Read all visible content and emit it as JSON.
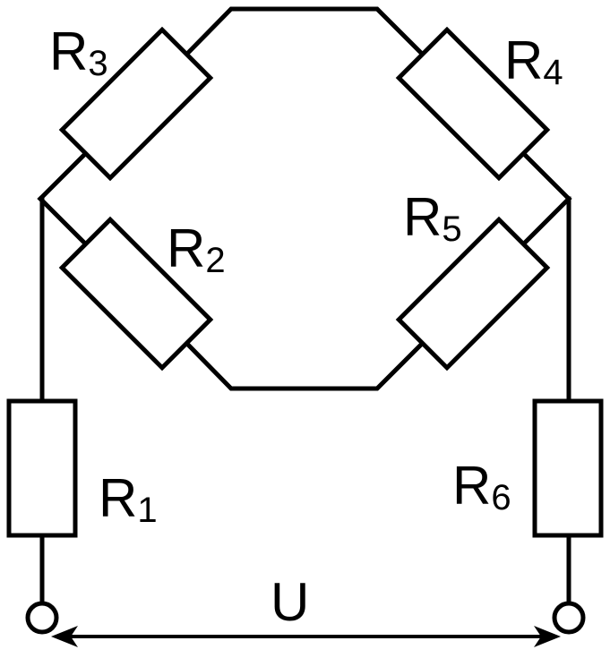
{
  "resistors": {
    "r1": {
      "letter": "R",
      "index": "1"
    },
    "r2": {
      "letter": "R",
      "index": "2"
    },
    "r3": {
      "letter": "R",
      "index": "3"
    },
    "r4": {
      "letter": "R",
      "index": "4"
    },
    "r5": {
      "letter": "R",
      "index": "5"
    },
    "r6": {
      "letter": "R",
      "index": "6"
    }
  },
  "voltage": {
    "label": "U"
  },
  "colors": {
    "stroke": "#000000",
    "background": "#ffffff"
  }
}
